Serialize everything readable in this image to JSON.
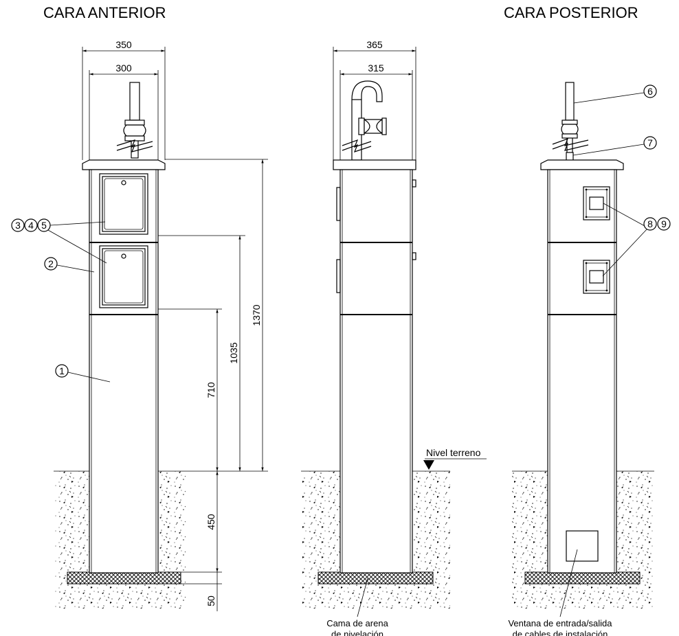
{
  "titles": {
    "front": "CARA ANTERIOR",
    "back": "CARA POSTERIOR"
  },
  "dimensions": {
    "front_outer_width": "350",
    "front_inner_width": "300",
    "side_outer_width": "365",
    "side_inner_width": "315",
    "total_height": "1370",
    "upper_height": "1035",
    "lower_height": "710",
    "buried_depth": "450",
    "base_thickness": "50"
  },
  "callouts": {
    "c1": "1",
    "c2": "2",
    "c3": "3",
    "c4": "4",
    "c5": "5",
    "c6": "6",
    "c7": "7",
    "c8": "8",
    "c9": "9"
  },
  "notes": {
    "ground_level": "Nivel terreno",
    "sand_bed": "Cama de arena",
    "sand_bed_cont": "de nivelación",
    "window": "Ventana de entrada/salida",
    "window_cont": "de cables de instalación"
  }
}
